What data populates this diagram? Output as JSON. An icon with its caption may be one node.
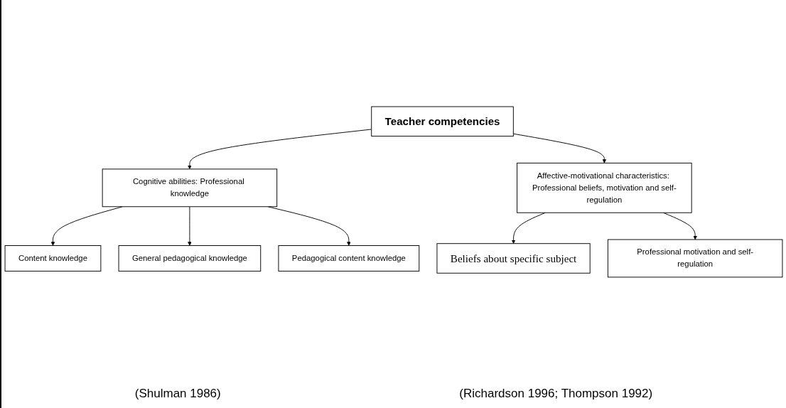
{
  "diagram": {
    "nodes": [
      {
        "text": [
          "Teacher competencies"
        ]
      },
      {
        "text": [
          "Cognitive abilities: Professional knowledge"
        ]
      },
      {
        "text": [
          "Affective-motivational characteristics: Professional beliefs, motivation and self-regulation"
        ]
      },
      {
        "text": [
          "Content knowledge"
        ]
      },
      {
        "text": [
          "Pedagogical content knowledge"
        ]
      },
      {
        "text": [
          "General pedagogical knowledge"
        ]
      },
      {
        "text": [
          "Beliefs about specific subject"
        ]
      },
      {
        "text": [
          "Professional motivation and self-regulation"
        ]
      }
    ],
    "edges": [
      {
        "from": 0,
        "to": 1,
        "arrow": "to"
      },
      {
        "from": 0,
        "to": 2,
        "arrow": "to"
      },
      {
        "from": 1,
        "to": 3,
        "arrow": "to"
      },
      {
        "from": 1,
        "to": 5,
        "arrow": "to"
      },
      {
        "from": 1,
        "to": 4,
        "arrow": "to"
      },
      {
        "from": 2,
        "to": 6,
        "arrow": "to"
      },
      {
        "from": 2,
        "to": 7,
        "arrow": "to"
      }
    ],
    "labels": [
      "(Shulman 1986)",
      "(Richardson 1996; Thompson 1992)"
    ]
  }
}
